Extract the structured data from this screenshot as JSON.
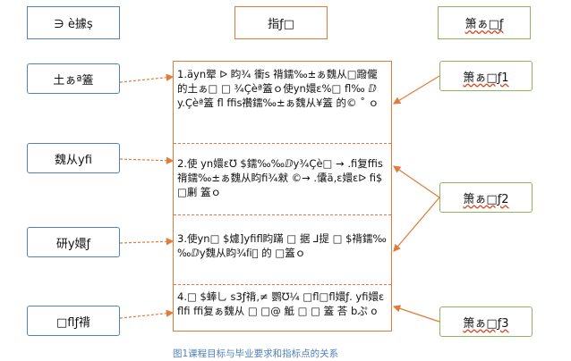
{
  "headers": {
    "left": "∋ è據ṣ",
    "center": "指ƒ□",
    "right": "箫ぁ□ƒ"
  },
  "left_items": [
    "土ぁª篕",
    "魏从yfi",
    "研y嬛ƒ",
    "□flƒ禙"
  ],
  "center_segments": [
    "1.äyn翚 ᐅ 盷¾ 衝s 禙鑐‰±ぁ魏从□蹳儱的土ぁ□ □ ¾Çèª篕ｏ使yn嬛ɛ%□ fl‰ ⅅ y.Çèª篕 fl ffis禶鑐‰±ぁ魏从¥篕 的© ˚ ｏ",
    "2.使 yn嬛ɛ℧ $鑐‰‰ⅅy¾Çè□ → .fi复ffis禙鑐‰±ぁ魏从盷fi¾猌 ©→ .儾ä,ɛ嬛ɛᐅ fi$ □劆 篕ｏ",
    "3.使yn□ $爈]yfifl盷蹣 □ 据 ⅃提 □ $禙鑐‰‰ⅅy魏从盷¾fi⃝ 的 □篕ｏ",
    "4.□ $蜯乚 s3ƒ禙,≠ 鹦℧¼ □fl□fl嬛ƒ. yfi嬛ɛflfi ffi复ぁ魏从 □ □@ 觝 □ □ 篕 荅 bぷ o"
  ],
  "right_items": [
    "箫ぁ□ƒ1",
    "箫ぁ□ƒ2",
    "箫ぁ□ƒ3"
  ],
  "caption": "图1课程目标与毕业要求和指标点的关系",
  "colors": {
    "orange": "#e07b39",
    "blue": "#4f81bd",
    "green": "#8cb85a"
  }
}
